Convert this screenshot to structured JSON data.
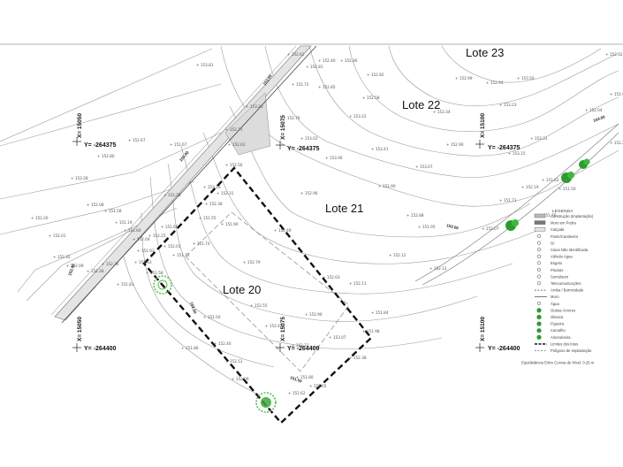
{
  "lots": [
    {
      "id": "lote-23",
      "label": "Lote 23"
    },
    {
      "id": "lote-22",
      "label": "Lote 22"
    },
    {
      "id": "lote-21",
      "label": "Lote 21"
    },
    {
      "id": "lote-20",
      "label": "Lote 20"
    }
  ],
  "coordinates": [
    {
      "id": "coord-x-1",
      "text": "X= 15050"
    },
    {
      "id": "coord-y-1",
      "text": "Y= -264375"
    },
    {
      "id": "coord-x-2",
      "text": "X= 15075"
    },
    {
      "id": "coord-y-2",
      "text": "Y= -264375"
    },
    {
      "id": "coord-x-3",
      "text": "X= 15100"
    },
    {
      "id": "coord-y-3",
      "text": "Y= -264375"
    },
    {
      "id": "coord-x-4",
      "text": "X= 15050"
    },
    {
      "id": "coord-y-4",
      "text": "Y= -264400"
    },
    {
      "id": "coord-x-5",
      "text": "X= 15075"
    },
    {
      "id": "coord-y-5",
      "text": "Y= -264400"
    },
    {
      "id": "coord-x-6",
      "text": "X= 15100"
    },
    {
      "id": "coord-y-6",
      "text": "Y= -264400"
    }
  ],
  "contour_labels": [
    "155.00",
    "154.00",
    "153.00",
    "152.00",
    "152.50",
    "151.50",
    "153.00"
  ],
  "spot_heights": [
    "153.81",
    "152.62",
    "152.81",
    "152.72",
    "152.85",
    "153.20",
    "152.71",
    "152.62",
    "152.56",
    "153.16",
    "152.31",
    "152.38",
    "152.79",
    "153.02",
    "153.22",
    "153.06",
    "152.96",
    "153.41",
    "152.90",
    "152.88",
    "152.49",
    "151.90",
    "152.79",
    "152.55",
    "152.42",
    "152.90",
    "153.07",
    "152.22",
    "152.38",
    "151.80",
    "151.62",
    "152.05",
    "152.08",
    "151.58",
    "151.19",
    "151.60",
    "152.04",
    "151.93",
    "152.25",
    "152.01",
    "151.72",
    "151.74",
    "151.55",
    "151.60",
    "152.33",
    "151.58",
    "151.81",
    "152.16",
    "152.28",
    "152.35",
    "152.20",
    "152.01",
    "152.09",
    "152.26",
    "151.67",
    "152.40",
    "152.12",
    "152.09",
    "151.50",
    "151.86",
    "152.03",
    "152.11",
    "151.84",
    "151.98",
    "152.12",
    "151.95",
    "152.12",
    "152.07",
    "151.71",
    "152.19",
    "151.62",
    "151.50",
    "151.70",
    "152.04",
    "152.22",
    "151.91",
    "152.32",
    "153.23",
    "153.15",
    "153.31",
    "153.50",
    "152.94",
    "152.99",
    "153.34",
    "152.90",
    "153.07",
    "152.58",
    "152.82",
    "152.46",
    "152.40",
    "152.67",
    "152.80",
    "153.28"
  ],
  "legend": {
    "title": "LEGENDA",
    "items": [
      {
        "label": "Construção (Implantação)",
        "icon": "hatch-rect"
      },
      {
        "label": "Muro em Pedra",
        "icon": "stone-wall"
      },
      {
        "label": "Calçada",
        "icon": "plain-rect"
      },
      {
        "label": "Poste/Candeeiro",
        "icon": "lamp-dot"
      },
      {
        "label": "Gr",
        "icon": "small-circle"
      },
      {
        "label": "Caixa Não Identificada",
        "icon": "square-box"
      },
      {
        "label": "Válvula Água",
        "icon": "valve"
      },
      {
        "label": "Esgoto",
        "icon": "circle-e"
      },
      {
        "label": "Pluviais",
        "icon": "circle-p"
      },
      {
        "label": "Sumidouro",
        "icon": "grate"
      },
      {
        "label": "Telecomunicações",
        "icon": "telecom"
      },
      {
        "label": "Arriba / Barrocidade",
        "icon": "dashes"
      },
      {
        "label": "Muro",
        "icon": "line"
      },
      {
        "label": "Água",
        "icon": "plus-dot"
      },
      {
        "label": "Outras Árvores",
        "icon": "tree"
      },
      {
        "label": "Oliveira",
        "icon": "tree"
      },
      {
        "label": "Figueira",
        "icon": "tree"
      },
      {
        "label": "Carvalho",
        "icon": "tree"
      },
      {
        "label": "Amendoeira",
        "icon": "tree"
      },
      {
        "label": "Limites dos lotes",
        "icon": "bold-dash"
      },
      {
        "label": "Polígono de Implantação",
        "icon": "thin-dash"
      }
    ],
    "footer": "Equidistância Entre Curvas de Nível: 0.25 m"
  },
  "colors": {
    "tree_green": "#2e9a2e",
    "tree_outline": "#55c055",
    "line": "#888888",
    "lot_boundary": "#111111"
  }
}
